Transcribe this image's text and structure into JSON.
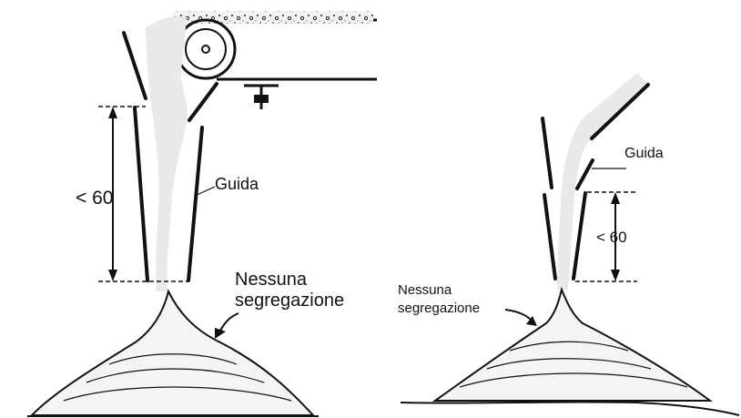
{
  "left_figure": {
    "dimension_label": "< 60",
    "guide_label": "Guida",
    "result_label_line1": "Nessuna",
    "result_label_line2": "segregazione"
  },
  "right_figure": {
    "dimension_label": "< 60",
    "guide_label": "Guida",
    "result_label_line1": "Nessuna",
    "result_label_line2": "segregazione"
  },
  "colors": {
    "ink": "#111111",
    "background": "#ffffff",
    "aggregate_fill": "#e9e9e9"
  }
}
